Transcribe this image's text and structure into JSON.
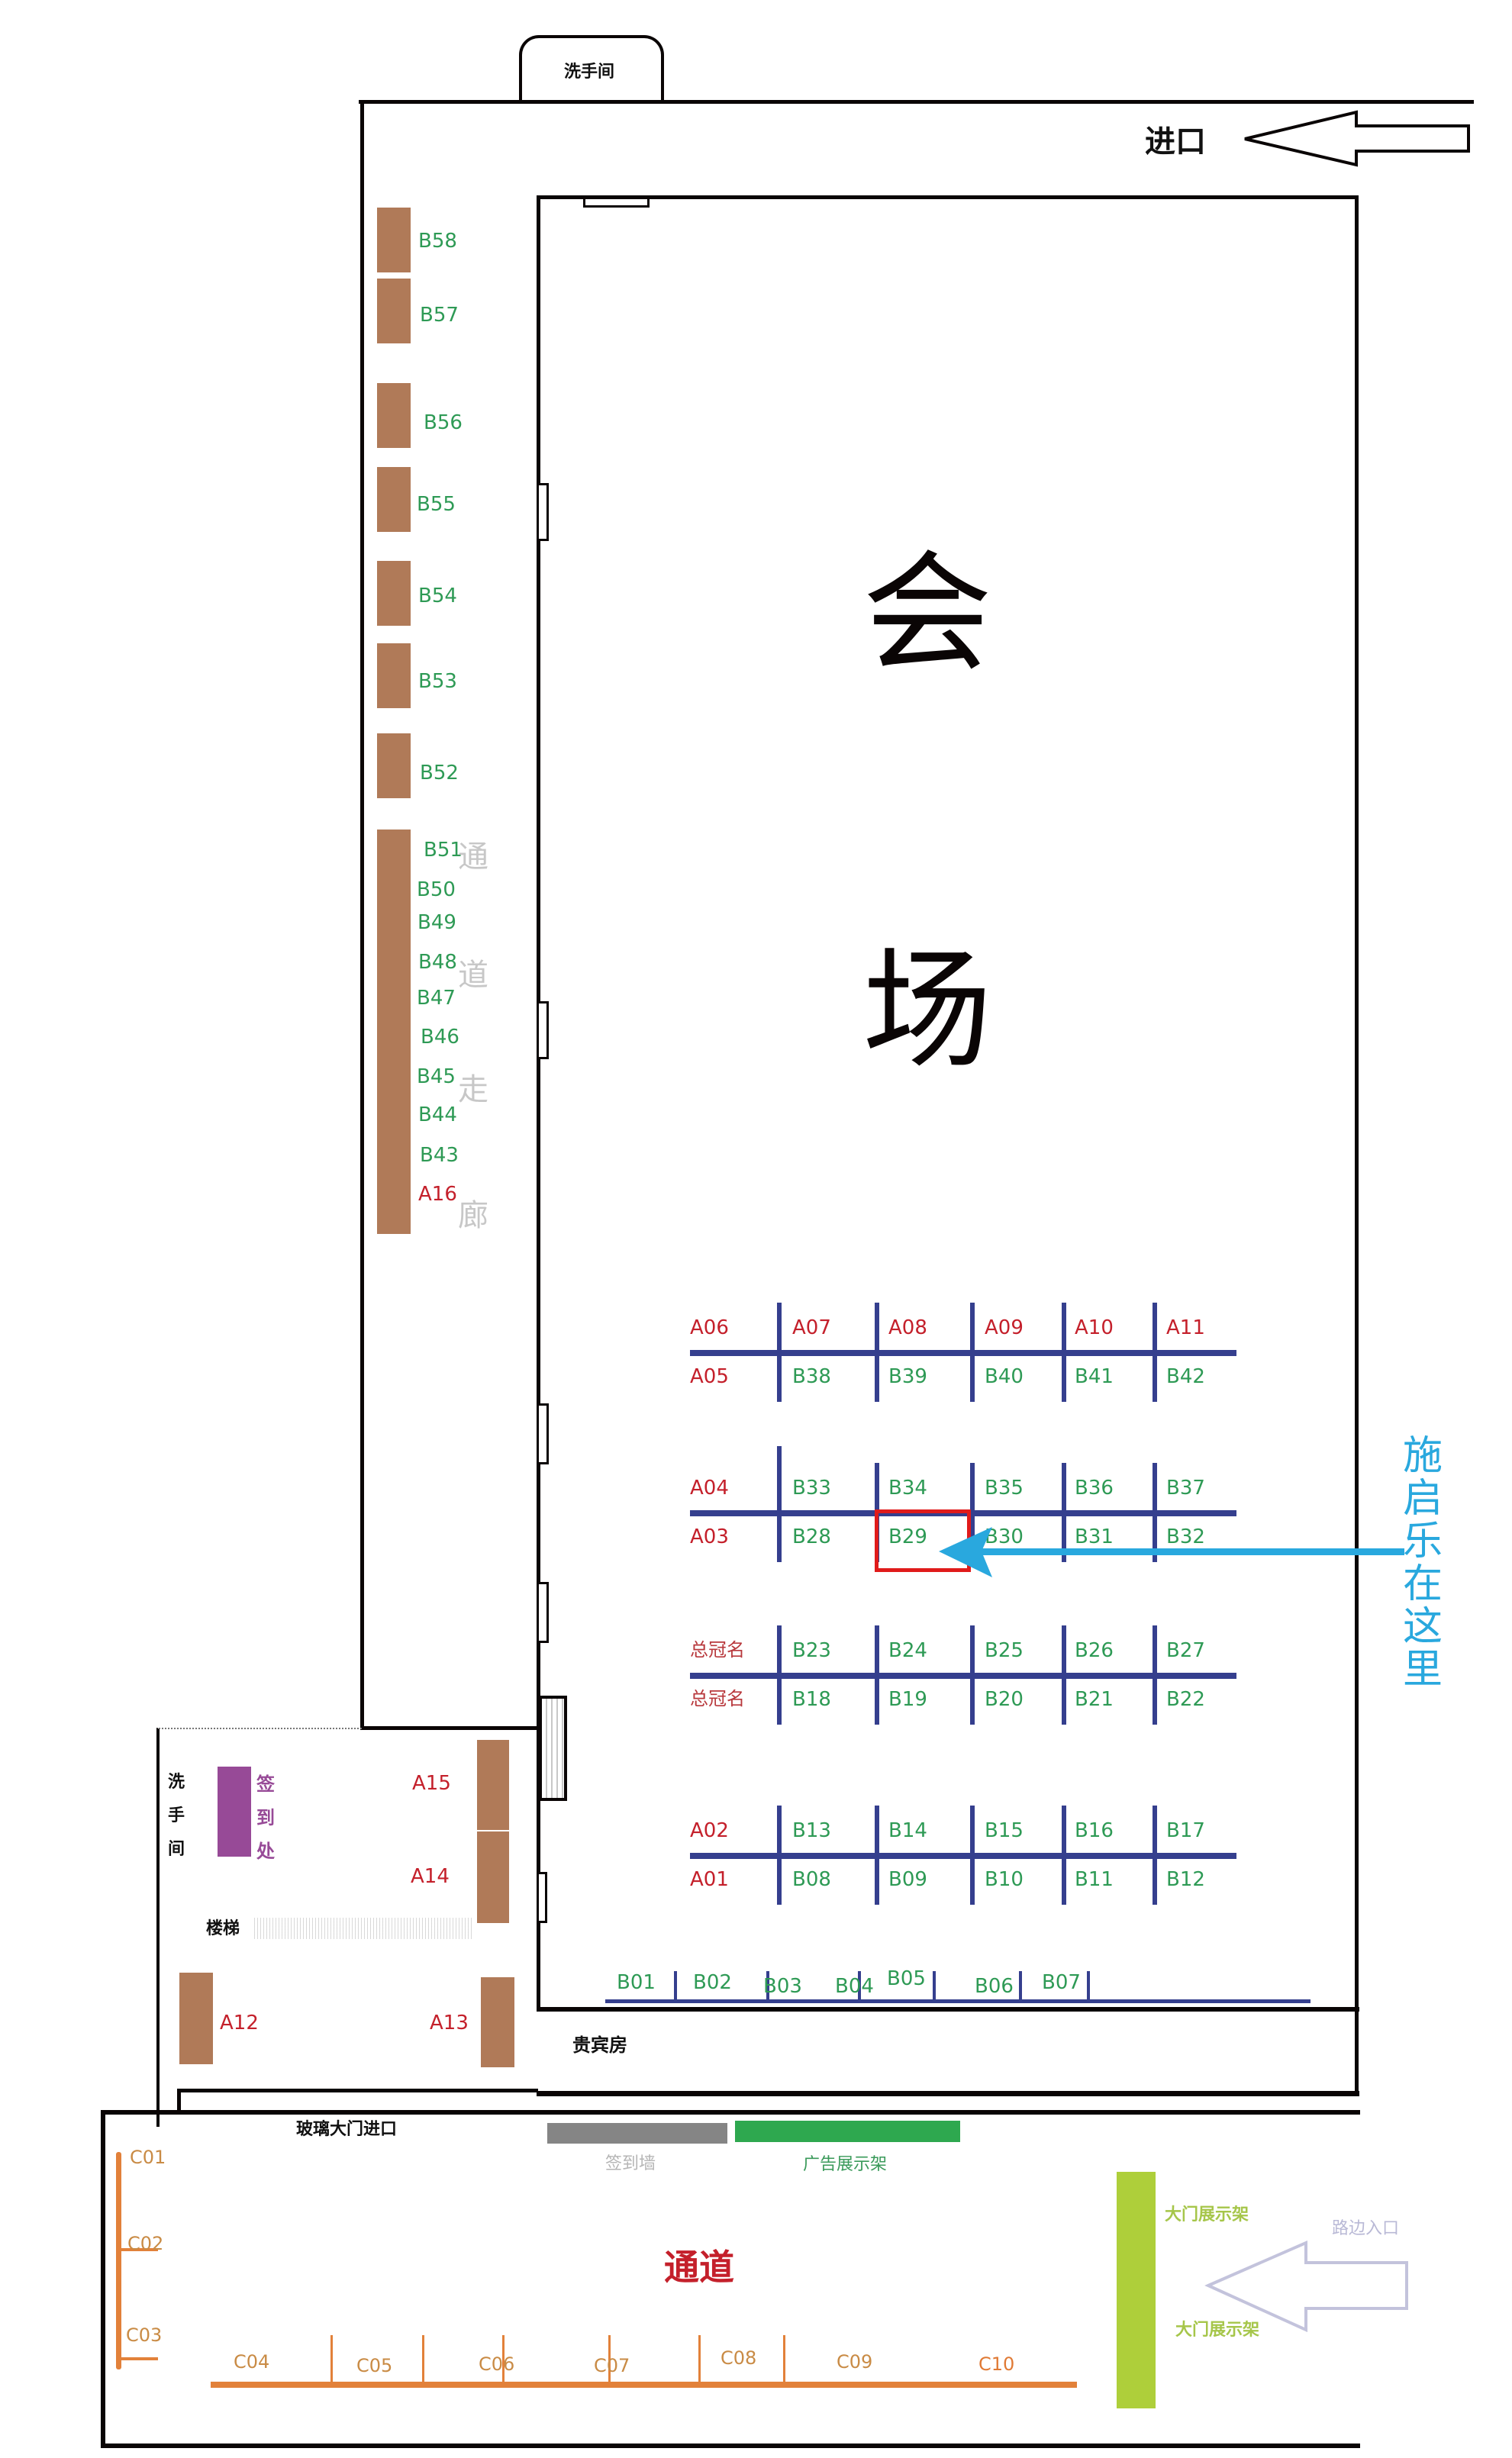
{
  "top": {
    "restroom_label": "洗手间",
    "entrance_label": "进口"
  },
  "hall": {
    "title_char1": "会",
    "title_char2": "场"
  },
  "corridor": {
    "chars": [
      "通",
      "道",
      "走",
      "廊"
    ],
    "booths": [
      {
        "id": "B58",
        "type": "B"
      },
      {
        "id": "B57",
        "type": "B"
      },
      {
        "id": "B56",
        "type": "B"
      },
      {
        "id": "B55",
        "type": "B"
      },
      {
        "id": "B54",
        "type": "B"
      },
      {
        "id": "B53",
        "type": "B"
      },
      {
        "id": "B52",
        "type": "B"
      },
      {
        "id": "B51",
        "type": "B"
      },
      {
        "id": "B50",
        "type": "B"
      },
      {
        "id": "B49",
        "type": "B"
      },
      {
        "id": "B48",
        "type": "B"
      },
      {
        "id": "B47",
        "type": "B"
      },
      {
        "id": "B46",
        "type": "B"
      },
      {
        "id": "B45",
        "type": "B"
      },
      {
        "id": "B44",
        "type": "B"
      },
      {
        "id": "B43",
        "type": "B"
      },
      {
        "id": "A16",
        "type": "A"
      }
    ]
  },
  "grid": {
    "rows": [
      {
        "top": [
          "A06",
          "A07",
          "A08",
          "A09",
          "A10",
          "A11"
        ],
        "bottom": [
          "A05",
          "B38",
          "B39",
          "B40",
          "B41",
          "B42"
        ]
      },
      {
        "top": [
          "A04",
          "B33",
          "B34",
          "B35",
          "B36",
          "B37"
        ],
        "bottom": [
          "A03",
          "B28",
          "B29",
          "B30",
          "B31",
          "B32"
        ]
      },
      {
        "top": [
          "总冠名",
          "B23",
          "B24",
          "B25",
          "B26",
          "B27"
        ],
        "bottom": [
          "总冠名",
          "B18",
          "B19",
          "B20",
          "B21",
          "B22"
        ]
      },
      {
        "top": [
          "A02",
          "B13",
          "B14",
          "B15",
          "B16",
          "B17"
        ],
        "bottom": [
          "A01",
          "B08",
          "B09",
          "B10",
          "B11",
          "B12"
        ]
      }
    ],
    "front_row": [
      "B01",
      "B02",
      "B03",
      "B04",
      "B05",
      "B06",
      "B07"
    ],
    "highlight_booth": "B29"
  },
  "annotation": {
    "text": "施启乐在这里",
    "color": "#29a8de",
    "highlight_color": "#e01b1b"
  },
  "lobby": {
    "restroom_label": "洗手间",
    "checkin_label": "签到处",
    "stairs_label": "楼梯",
    "booths": [
      "A15",
      "A14",
      "A12",
      "A13"
    ]
  },
  "vip_room": {
    "label": "贵宾房"
  },
  "bottom": {
    "glass_door_label": "玻璃大门进口",
    "signin_wall_label": "签到墙",
    "ad_rack_label": "广告展示架",
    "passage_label": "通道",
    "gate_rack_label_1": "大门展示架",
    "gate_rack_label_2": "大门展示架",
    "roadside_entrance_label": "路边入口",
    "c_booths_left": [
      "C01",
      "C02",
      "C03"
    ],
    "c_booths_bottom": [
      "C04",
      "C05",
      "C06",
      "C07",
      "C08",
      "C09",
      "C10"
    ]
  },
  "colors": {
    "booth_brown": "#b07a58",
    "booth_line_navy": "#353f8e",
    "a_label_red": "#c4202b",
    "b_label_green": "#2e9a55",
    "c_line_orange": "#e2813a",
    "checkin_purple": "#974a97",
    "signin_wall_gray": "#858585",
    "ad_rack_green": "#2ea84f",
    "gate_rack_lime": "#aecf3a"
  }
}
